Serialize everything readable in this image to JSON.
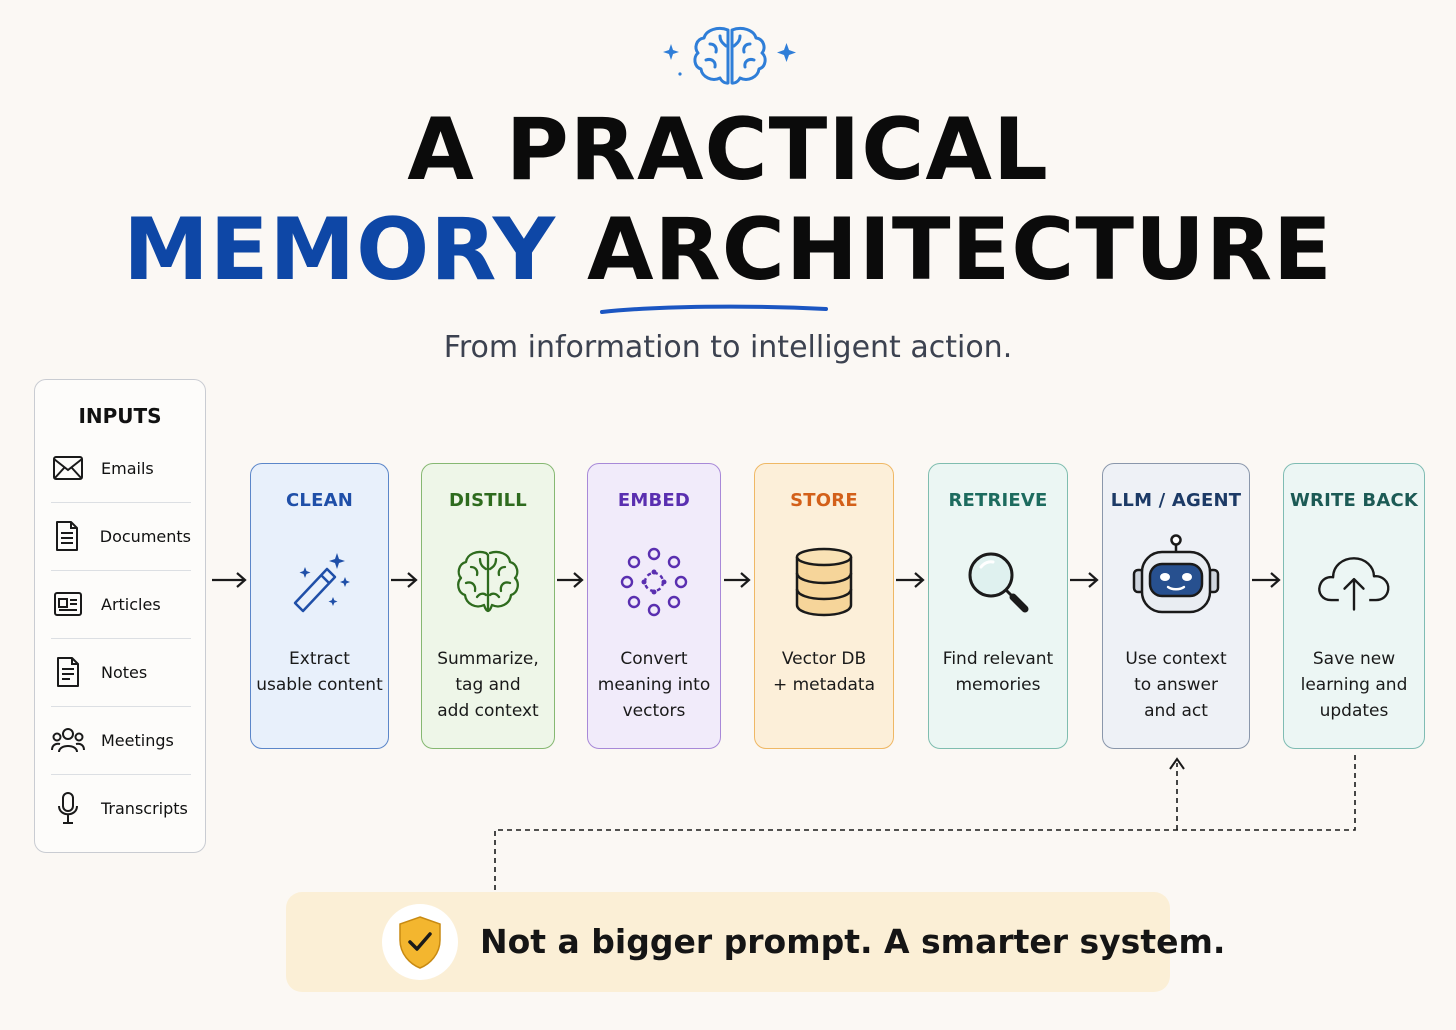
{
  "header": {
    "icon": "brain-icon",
    "title_line1": "A PRACTICAL",
    "title_line2_highlight": "MEMORY",
    "title_line2_rest": "ARCHITECTURE",
    "subtitle": "From information to intelligent action.",
    "colors": {
      "highlight": "#0e47a6",
      "title": "#0b0b0b",
      "subtitle": "#3c4250"
    }
  },
  "inputs": {
    "title": "INPUTS",
    "items": [
      {
        "label": "Emails",
        "icon": "envelope-icon"
      },
      {
        "label": "Documents",
        "icon": "document-icon"
      },
      {
        "label": "Articles",
        "icon": "article-icon"
      },
      {
        "label": "Notes",
        "icon": "notes-icon"
      },
      {
        "label": "Meetings",
        "icon": "people-icon"
      },
      {
        "label": "Transcripts",
        "icon": "microphone-icon"
      }
    ]
  },
  "stages": [
    {
      "title": "CLEAN",
      "desc": [
        "Extract",
        "usable content"
      ],
      "icon": "magic-wand-icon",
      "color": "#1f4fa8",
      "bg": "#e8f0fb",
      "border": "#5b86c9"
    },
    {
      "title": "DISTILL",
      "desc": [
        "Summarize,",
        "tag and",
        "add context"
      ],
      "icon": "brain-icon",
      "color": "#2e6b1e",
      "bg": "#eef6e8",
      "border": "#86b872"
    },
    {
      "title": "EMBED",
      "desc": [
        "Convert",
        "meaning into",
        "vectors"
      ],
      "icon": "vector-dots-icon",
      "color": "#5a2fb0",
      "bg": "#f1ebfa",
      "border": "#a889d8"
    },
    {
      "title": "STORE",
      "desc": [
        "Vector DB",
        "+ metadata"
      ],
      "icon": "database-icon",
      "color": "#d3601a",
      "bg": "#fcefd9",
      "border": "#efb865"
    },
    {
      "title": "RETRIEVE",
      "desc": [
        "Find relevant",
        "memories"
      ],
      "icon": "magnifier-icon",
      "color": "#1d6b5e",
      "bg": "#ebf6f3",
      "border": "#7fbdaf"
    },
    {
      "title": "LLM / AGENT",
      "desc": [
        "Use context",
        "to answer",
        "and act"
      ],
      "icon": "robot-icon",
      "color": "#1c3a66",
      "bg": "#eef1f6",
      "border": "#8a97ab"
    },
    {
      "title": "WRITE BACK",
      "desc": [
        "Save new",
        "learning and",
        "updates"
      ],
      "icon": "cloud-upload-icon",
      "color": "#1c5a55",
      "bg": "#ecf6f4",
      "border": "#7fbcb3"
    }
  ],
  "tagline": {
    "icon": "shield-check-icon",
    "text": "Not a bigger prompt. A smarter system.",
    "bg": "#fbefd6",
    "shield_color": "#f3b62f"
  }
}
